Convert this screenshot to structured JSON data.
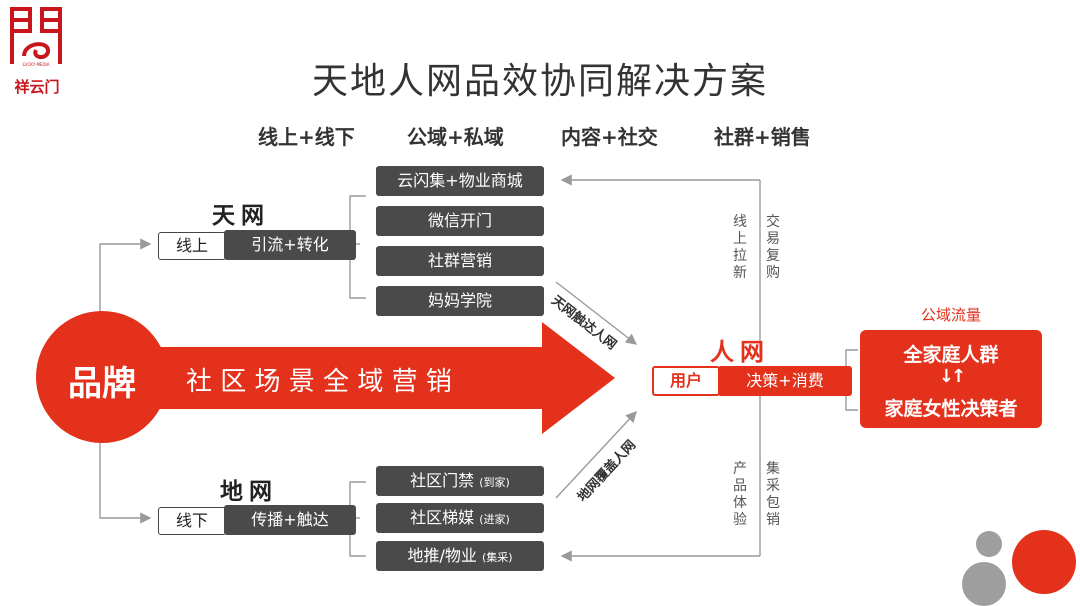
{
  "logo": {
    "name": "祥云门",
    "lettering": "LUCKY·MEDIA"
  },
  "title": "天地人网品效协同解决方案",
  "keywords": [
    "线上+线下",
    "公域+私域",
    "内容+社交",
    "社群+销售"
  ],
  "brand": {
    "label": "品牌",
    "arrow_text": "社 区 场 景 全 域 营 销"
  },
  "tian_wang": {
    "title": "天网",
    "channel": "线上",
    "action": "引流+转化",
    "items": [
      "云闪集+物业商城",
      "微信开门",
      "社群营销",
      "妈妈学院"
    ]
  },
  "di_wang": {
    "title": "地网",
    "channel": "线下",
    "action": "传播+触达",
    "items": [
      {
        "main": "社区门禁",
        "tag": "(到家)"
      },
      {
        "main": "社区梯媒",
        "tag": "(进家)"
      },
      {
        "main": "地推/物业",
        "tag": "(集采)"
      }
    ]
  },
  "diag_top": "天网触达人网",
  "diag_bottom": "地网覆盖人网",
  "vertical_labels": {
    "top_left": "线上拉新",
    "top_right": "交易复购",
    "bottom_left": "产品体验",
    "bottom_right": "集采包销"
  },
  "ren_wang": {
    "title": "人网",
    "user": "用户",
    "action": "决策+消费"
  },
  "public_traffic": {
    "caption": "公域流量",
    "line1": "全家庭人群",
    "arrows": "↓↑",
    "line2": "家庭女性决策者"
  },
  "colors": {
    "red": "#e3311c",
    "dark": "#4a4a4a",
    "grey_line": "#9a9a9a",
    "logo_red": "#c8161d"
  }
}
